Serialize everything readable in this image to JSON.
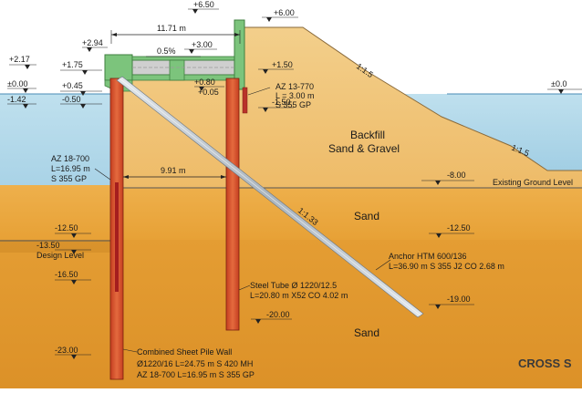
{
  "levels": {
    "top_wall": "+6.50",
    "slope_top": "+6.00",
    "width_top": "11.71 m",
    "left_217": "+2.17",
    "left_294": "+2.94",
    "mid_300": "+3.00",
    "slope_pct": "0.5%",
    "left_175": "+1.75",
    "right_150": "+1.50",
    "left_000": "±0.00",
    "left_045": "+0.45",
    "mid_080": "+0.80",
    "mid_005": "+0.05",
    "left_m142": "-1.42",
    "left_m050": "-0.50",
    "right_m150": "-1.50",
    "far_right_000": "±0.0",
    "existing_ground": "-8.00",
    "left_m1250": "-12.50",
    "right_m1250": "-12.50",
    "design_m1350": "-13.50",
    "left_m1650": "-16.50",
    "right_m1900": "-19.00",
    "right_m2000": "-20.00",
    "left_m2300": "-23.00",
    "spacing": "9.91 m",
    "slope_15_a": "1:1.5",
    "slope_15_b": "1:1.5",
    "anchor_slope": "1:1.33"
  },
  "labels": {
    "az13_line1": "AZ 13-770",
    "az13_line2": "L = 3.00 m",
    "az13_line3": "S 355 GP",
    "backfill_1": "Backfill",
    "backfill_2": "Sand & Gravel",
    "existing_ground_level": "Existing Ground Level",
    "sand_1": "Sand",
    "sand_2": "Sand",
    "design_level": "Design Level",
    "az18_line1": "AZ 18-700",
    "az18_line2": "L=16.95 m",
    "az18_line3": "S 355 GP",
    "anchor_line1": "Anchor HTM 600/136",
    "anchor_line2": "L=36.90 m  S 355 J2  CO 2.68 m",
    "tube_line1": "Steel Tube  Ø 1220/12.5",
    "tube_line2": "L=20.80 m  X52  CO 4.02 m",
    "combined_line1": "Combined Sheet Pile Wall",
    "combined_line2": "Ø1220/16  L=24.75 m  S 420 MH",
    "combined_line3": "AZ 18-700  L=16.95 m  S 355 GP",
    "cross_section": "CROSS S"
  },
  "colors": {
    "water": "#a9d4e8",
    "backfill": "#f0c27a",
    "sand_upper": "#e8a33c",
    "sand_lower": "#e39a2f",
    "concrete": "#7cc47c",
    "pile": "#d2502e",
    "pile_core": "#a51e1e",
    "anchor": "#b8c3cc"
  }
}
